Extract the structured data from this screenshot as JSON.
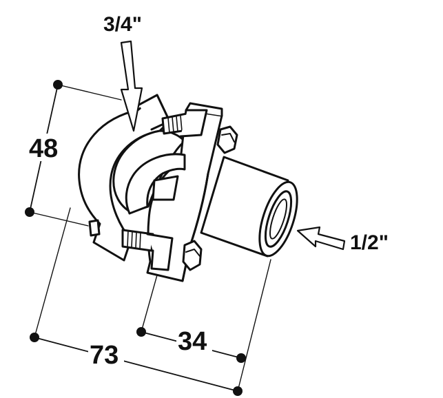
{
  "diagram": {
    "labels": {
      "pipe_size_top": "3/4\"",
      "pipe_size_side": "1/2\"",
      "dim_height": "48",
      "dim_outlet": "34",
      "dim_total": "73"
    }
  }
}
